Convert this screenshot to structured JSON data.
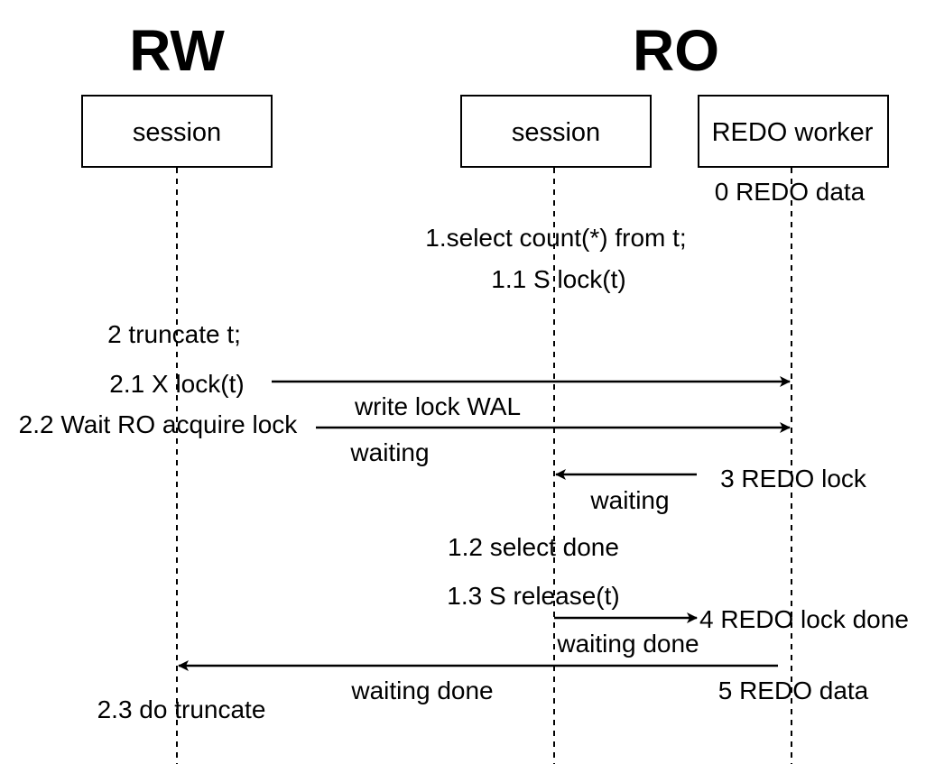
{
  "groups": {
    "rw": "RW",
    "ro": "RO"
  },
  "participants": {
    "rw_session": "session",
    "ro_session": "session",
    "redo_worker": "REDO worker"
  },
  "labels": {
    "step0": "0 REDO data",
    "step1": "1.select count(*) from t;",
    "step1_1": "1.1 S lock(t)",
    "step2": "2 truncate t;",
    "step2_1": "2.1 X lock(t)",
    "write_lock_wal": "write lock WAL",
    "step2_2": "2.2 Wait RO acquire lock",
    "waiting_rw": "waiting",
    "step3": "3 REDO lock",
    "waiting_redo": "waiting",
    "step1_2": "1.2 select done",
    "step1_3": "1.3 S release(t)",
    "step4": "4 REDO lock done",
    "waiting_done_redo": "waiting done",
    "waiting_done_rw": "waiting done",
    "step5": "5 REDO data",
    "step2_3": "2.3 do truncate"
  },
  "colors": {
    "ink": "#000000",
    "background": "#ffffff"
  }
}
